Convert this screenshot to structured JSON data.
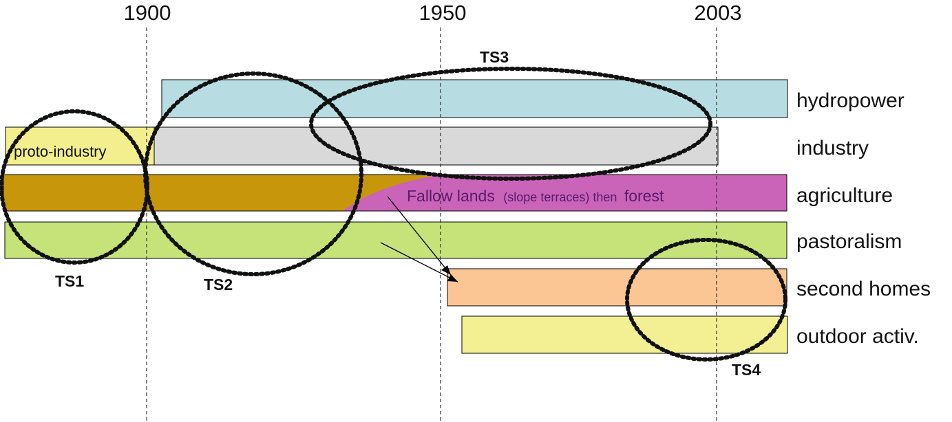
{
  "years": [
    {
      "label": "1900"
    },
    {
      "label": "1950"
    },
    {
      "label": "2003"
    }
  ],
  "rows": [
    {
      "label": "hydropower"
    },
    {
      "label": "industry"
    },
    {
      "label": "agriculture"
    },
    {
      "label": "pastoralism"
    },
    {
      "label": "second homes"
    },
    {
      "label": "outdoor activ."
    }
  ],
  "annotations": {
    "proto_industry": "proto-industry",
    "fallow_part1": "Fallow lands",
    "fallow_part2": "(slope terraces) then",
    "fallow_part3": "forest"
  },
  "time_slices": [
    {
      "label": "TS1"
    },
    {
      "label": "TS2"
    },
    {
      "label": "TS3"
    },
    {
      "label": "TS4"
    }
  ],
  "colors": {
    "hydropower": "#b7dde2",
    "industry": "#d9d9d9",
    "proto_industry": "#f3ef8e",
    "agriculture": "#c8960a",
    "fallow": "#c964b8",
    "pastoralism": "#c6e37a",
    "second_homes": "#fbc694",
    "outdoor": "#f3f094"
  }
}
